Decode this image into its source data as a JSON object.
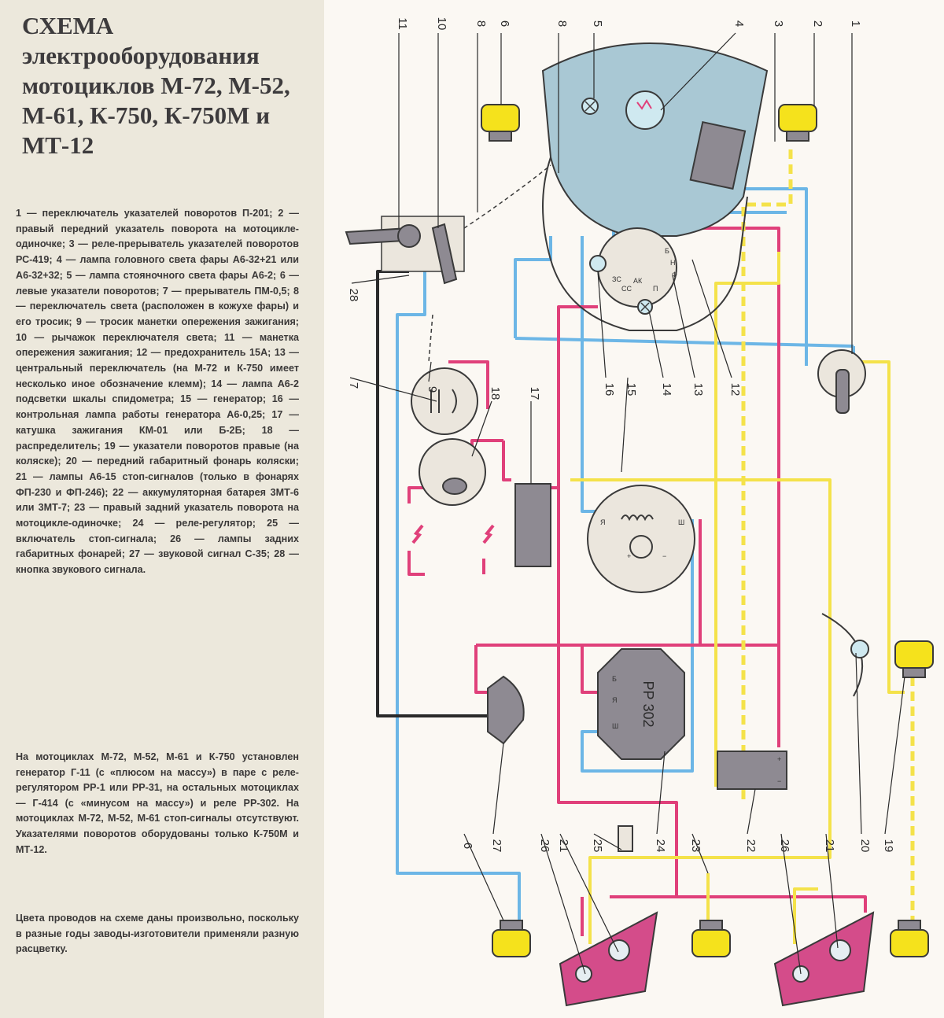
{
  "title": {
    "line1": "СХЕМА",
    "line2": "электрооборудования мотоциклов М-72, М-52, М-61, К-750, К-750М и МТ-12"
  },
  "legend_text": "1 — переключатель указателей поворотов П-201; 2 — правый передний указатель поворота на мотоцикле-одиночке; 3 — реле-прерыватель указателей поворотов РС-419; 4 — лампа головного света фары А6-32+21 или А6-32+32; 5 — лампа стояночного света фары А6-2; 6 — левые указатели поворотов; 7 — прерыватель ПМ-0,5; 8 — переключатель света (расположен в кожухе фары) и его тросик; 9 — тросик манетки опережения зажигания; 10 — рычажок переключателя света; 11 — манетка опережения зажигания; 12 — предохранитель 15А; 13 — центральный переключатель (на М-72 и К-750 имеет несколько иное обозначение клемм); 14 — лампа А6-2 подсветки шкалы спидометра; 15 — генератор; 16 — контрольная лампа работы генератора А6-0,25; 17 — катушка зажигания КМ-01 или Б-2Б; 18 — распределитель; 19 — указатели поворотов правые (на коляске); 20 — передний габаритный фонарь коляски; 21 — лампы А6-15 стоп-сигналов (только в фонарях ФП-230 и ФП-246); 22 — аккумуляторная батарея 3МТ-6 или 3МТ-7; 23 — правый задний указатель поворота на мотоцикле-одиночке; 24 — реле-регулятор; 25 — включатель стоп-сигнала; 26 — лампы задних габаритных фонарей; 27 — звуковой сигнал С-35; 28 — кнопка звукового сигнала.",
  "note_generators": "На мотоциклах М-72, М-52, М-61 и К-750 установлен генератор Г-11 (с «плюсом на массу») в паре с реле-регулятором РР-1 или РР-31, на остальных мотоциклах — Г-414 (с «минусом на массу») и реле РР-302. На мотоциклах М-72, М-52, М-61 стоп-сигналы отсутствуют. Указателями поворотов оборудованы только К-750М и МТ-12.",
  "note_colors": "Цвета проводов на схеме даны произвольно, поскольку в разные годы заводы-изготовители применяли разную расцветку.",
  "regulator_label": "РР 302",
  "regulator_terminals": {
    "b": "Б",
    "ya": "Я",
    "sh": "Ш"
  },
  "generator_terminals": {
    "ya": "Я",
    "sh": "Ш"
  },
  "switch_terminals": {
    "b": "Б",
    "n": "Н",
    "f": "Ф",
    "zs": "ЗС",
    "p": "П",
    "ak": "АК",
    "ss": "СС"
  },
  "battery_terminals": {
    "plus": "+",
    "minus": "−"
  },
  "generator_signs": {
    "plus": "+",
    "minus": "−"
  },
  "callouts": {
    "n1": "1",
    "n2": "2",
    "n3": "3",
    "n4": "4",
    "n5": "5",
    "n6a": "6",
    "n6b": "6",
    "n7": "7",
    "n8a": "8",
    "n8b": "8",
    "n9": "9",
    "n10": "10",
    "n11": "11",
    "n12": "12",
    "n13": "13",
    "n14": "14",
    "n15": "15",
    "n16": "16",
    "n17": "17",
    "n18": "18",
    "n19": "19",
    "n20": "20",
    "n21a": "21",
    "n21b": "21",
    "n22": "22",
    "n23": "23",
    "n24": "24",
    "n25": "25",
    "n26a": "26",
    "n26b": "26",
    "n27": "27",
    "n28": "28"
  },
  "colors": {
    "wire_pink": "#e0407a",
    "wire_blue": "#6cb6e6",
    "wire_yellow": "#f4e24a",
    "wire_black": "#2a2a2a",
    "lamp_yellow": "#f5e21c",
    "taillight_pink": "#d44c8a",
    "component_gray": "#8e8a92",
    "headlight_blue": "#a9c8d4"
  }
}
